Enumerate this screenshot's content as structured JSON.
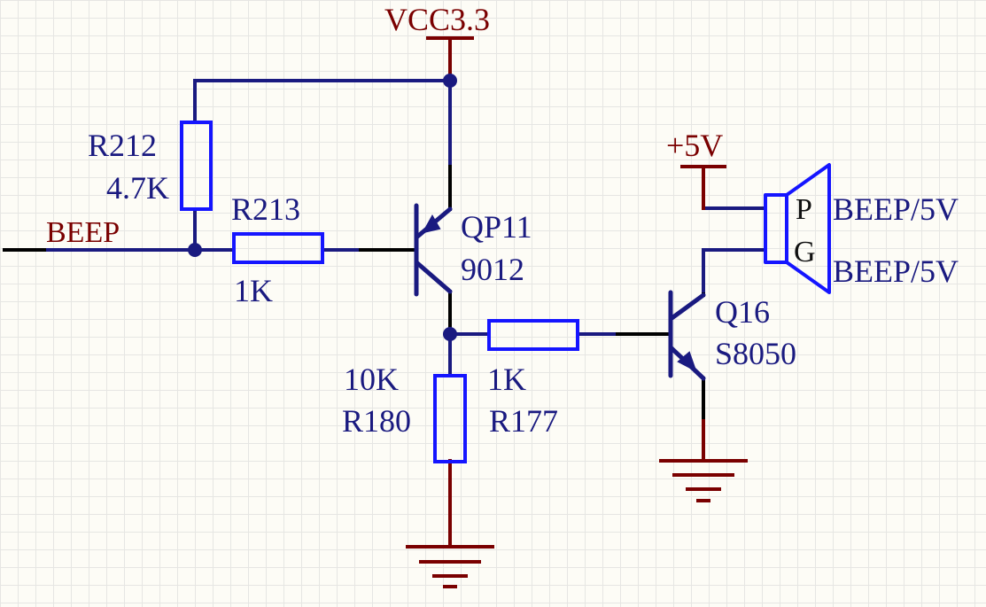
{
  "power": {
    "vcc": "VCC3.3",
    "p5v": "+5V"
  },
  "nets": {
    "beep_in": "BEEP"
  },
  "components": {
    "r212": {
      "ref": "R212",
      "value": "4.7K"
    },
    "r213": {
      "ref": "R213",
      "value": "1K"
    },
    "qp11": {
      "ref": "QP11",
      "value": "9012"
    },
    "r180": {
      "ref": "R180",
      "value": "10K"
    },
    "r177": {
      "ref": "R177",
      "value": "1K"
    },
    "q16": {
      "ref": "Q16",
      "value": "S8050"
    },
    "buzzer": {
      "pin_p": "P",
      "pin_g": "G",
      "label_p": "BEEP/5V",
      "label_g": "BEEP/5V"
    }
  },
  "colors": {
    "wire": "#1a1a80",
    "component": "#1515ff",
    "power": "#7a0000",
    "pin_line": "#000000",
    "junction": "#1a1a80",
    "background": "#fdfcf6"
  }
}
